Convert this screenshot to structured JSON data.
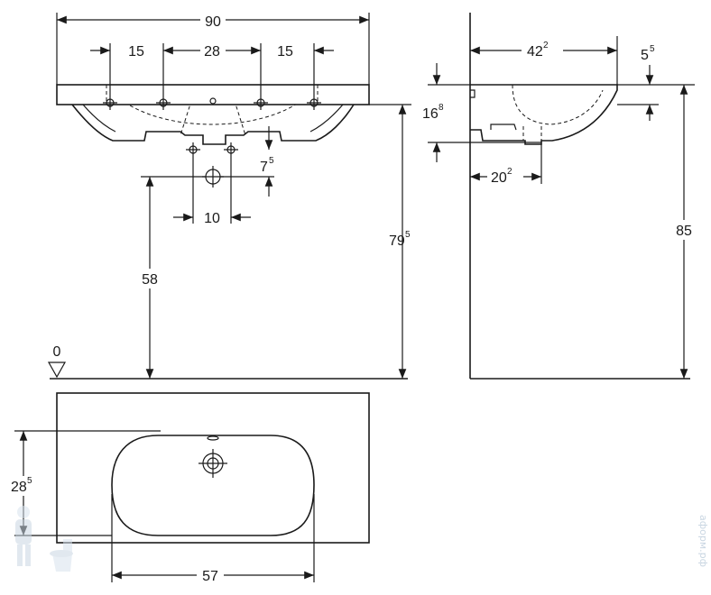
{
  "front_view": {
    "width": "90",
    "hole_spacing_left": "15",
    "hole_spacing_middle": "28",
    "hole_spacing_right": "15",
    "waste_offset": "7",
    "waste_offset_sup": "5",
    "waste_spacing": "10",
    "waste_height": "58",
    "rim_height": "79",
    "rim_height_sup": "5",
    "floor_level": "0"
  },
  "side_view": {
    "depth": "42",
    "depth_sup": "2",
    "rim_offset": "5",
    "rim_offset_sup": "5",
    "basin_depth": "16",
    "basin_depth_sup": "8",
    "waste_depth": "20",
    "waste_depth_sup": "2",
    "total_height": "85"
  },
  "top_view": {
    "basin_width": "57",
    "offset": "28",
    "offset_sup": "5"
  },
  "watermark": "аформ.рф"
}
